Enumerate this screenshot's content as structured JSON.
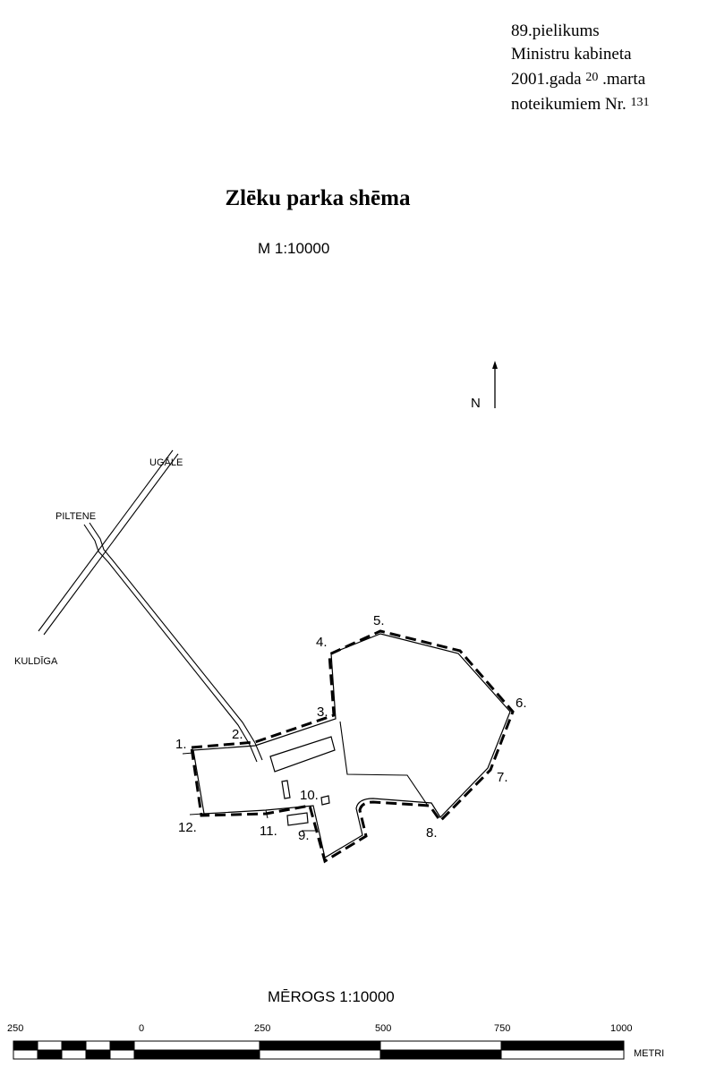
{
  "annex": {
    "line1": "89.pielikums",
    "line2": "Ministru kabineta",
    "line3_pre": "2001.gada ",
    "line3_day": "20",
    "line3_post": " .marta",
    "line4_pre": "noteikumiem Nr. ",
    "line4_num": "131"
  },
  "title": "Zlēku parka shēma",
  "scale_top": "M 1:10000",
  "north": "N",
  "roads": {
    "ugale": "UGĀLE",
    "piltene": "PILTENE",
    "kuldiga": "KULDĪGA"
  },
  "points": [
    "1.",
    "2.",
    "3.",
    "4.",
    "5.",
    "6.",
    "7.",
    "8.",
    "9.",
    "10.",
    "11.",
    "12."
  ],
  "scalebar": {
    "title": "MĒROGS  1:10000",
    "ticks": [
      "250",
      "0",
      "250",
      "500",
      "750",
      "1000"
    ],
    "unit": "METRI"
  }
}
